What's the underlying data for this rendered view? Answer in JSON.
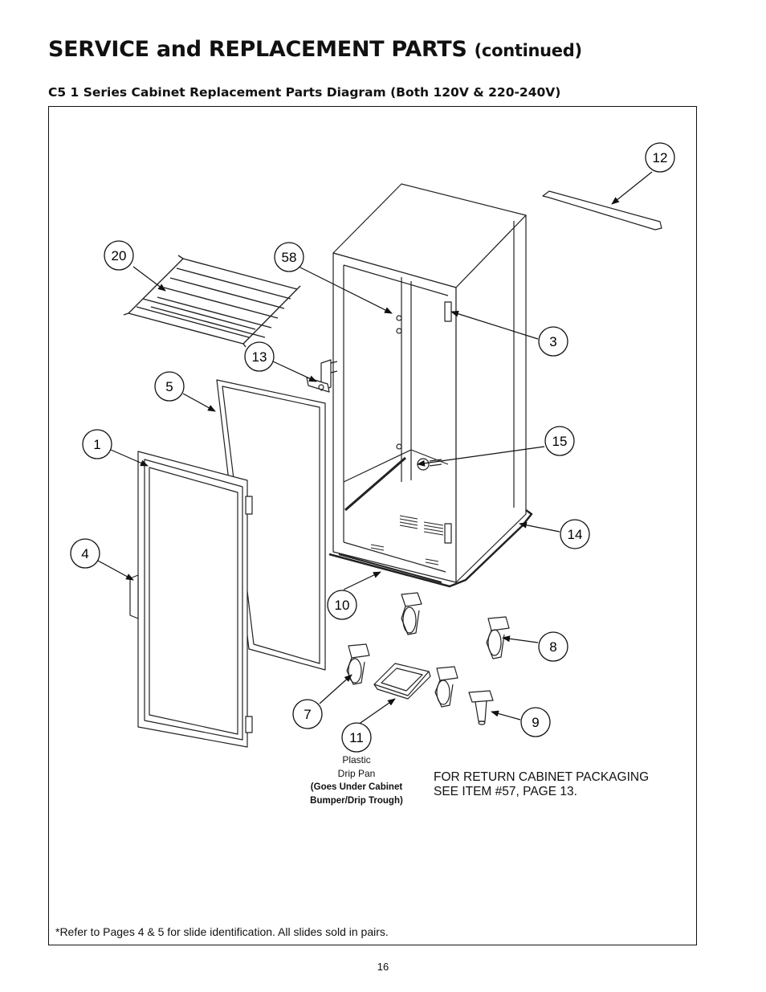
{
  "header": {
    "title_main": "SERVICE and REPLACEMENT PARTS",
    "title_cont": "(continued)",
    "subtitle": "C5 1 Series Cabinet Replacement Parts Diagram (Both 120V & 220-240V)"
  },
  "callouts": [
    {
      "id": "12",
      "label": "12"
    },
    {
      "id": "20",
      "label": "20"
    },
    {
      "id": "58",
      "label": "58"
    },
    {
      "id": "3",
      "label": "3"
    },
    {
      "id": "13",
      "label": "13"
    },
    {
      "id": "5",
      "label": "5"
    },
    {
      "id": "1",
      "label": "1"
    },
    {
      "id": "15",
      "label": "15"
    },
    {
      "id": "4",
      "label": "4"
    },
    {
      "id": "14",
      "label": "14"
    },
    {
      "id": "10",
      "label": "10"
    },
    {
      "id": "8",
      "label": "8"
    },
    {
      "id": "7",
      "label": "7"
    },
    {
      "id": "9",
      "label": "9"
    },
    {
      "id": "11",
      "label": "11"
    }
  ],
  "drip_pan": {
    "line1": "Plastic",
    "line2": "Drip Pan",
    "line3": "(Goes Under Cabinet",
    "line4": "Bumper/Drip Trough)"
  },
  "packaging_note": {
    "line1": "FOR RETURN CABINET PACKAGING",
    "line2": "SEE ITEM #57, PAGE 13."
  },
  "footnote": "*Refer to Pages 4 & 5 for slide identification. All slides sold in pairs.",
  "page_number": "16"
}
